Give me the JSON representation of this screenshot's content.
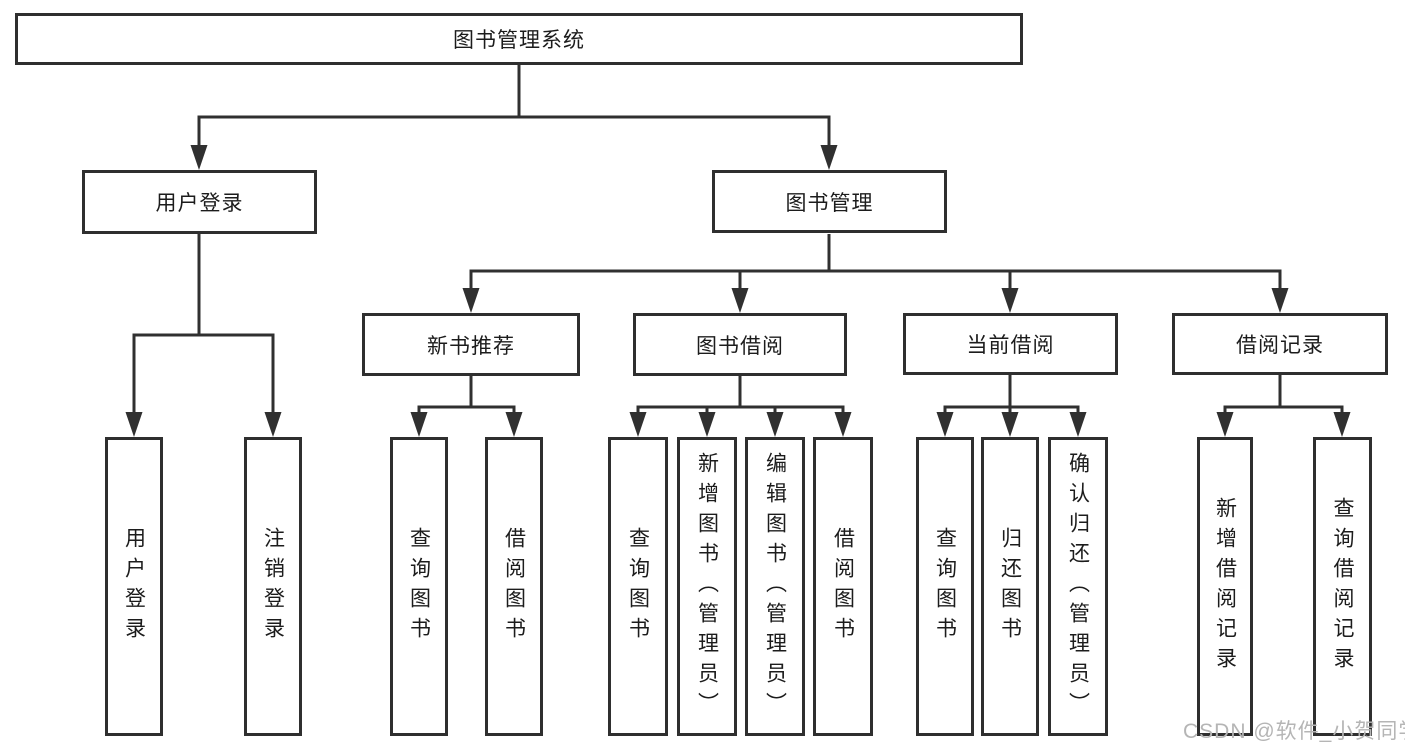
{
  "colors": {
    "line": "#303030",
    "box_border": "#2f2f2f",
    "text": "#1c1c1c",
    "watermark": "#b5b5b5",
    "background": "#ffffff"
  },
  "diagram": {
    "root": {
      "label": "图书管理系统"
    },
    "level2": [
      {
        "label": "用户登录",
        "children": [
          {
            "label": "用户登录"
          },
          {
            "label": "注销登录"
          }
        ]
      },
      {
        "label": "图书管理",
        "children": [
          {
            "label": "新书推荐",
            "children": [
              {
                "label": "查询图书"
              },
              {
                "label": "借阅图书"
              }
            ]
          },
          {
            "label": "图书借阅",
            "children": [
              {
                "label": "查询图书"
              },
              {
                "label": "新增图书（管理员）"
              },
              {
                "label": "编辑图书（管理员）"
              },
              {
                "label": "借阅图书"
              }
            ]
          },
          {
            "label": "当前借阅",
            "children": [
              {
                "label": "查询图书"
              },
              {
                "label": "归还图书"
              },
              {
                "label": "确认归还（管理员）"
              }
            ]
          },
          {
            "label": "借阅记录",
            "children": [
              {
                "label": "新增借阅记录"
              },
              {
                "label": "查询借阅记录"
              }
            ]
          }
        ]
      }
    ]
  },
  "watermark": {
    "text": "CSDN @软件_小贺同学"
  }
}
